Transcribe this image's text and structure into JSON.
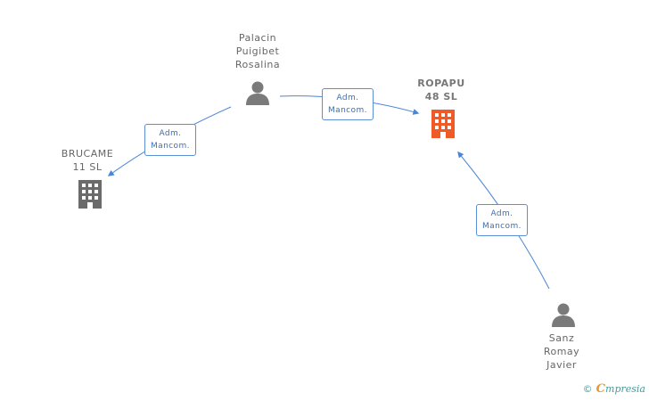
{
  "nodes": {
    "palacin": {
      "lines": [
        "Palacin",
        "Puigibet",
        "Rosalina"
      ],
      "type": "person"
    },
    "ropapu": {
      "lines": [
        "ROPAPU",
        "48  SL"
      ],
      "type": "company",
      "highlight": true
    },
    "brucame": {
      "lines": [
        "BRUCAME",
        "11  SL"
      ],
      "type": "company"
    },
    "sanz": {
      "lines": [
        "Sanz",
        "Romay",
        "Javier"
      ],
      "type": "person"
    }
  },
  "edges": {
    "palacin_ropapu": {
      "lines": [
        "Adm.",
        "Mancom."
      ]
    },
    "palacin_brucame": {
      "lines": [
        "Adm.",
        "Mancom."
      ]
    },
    "sanz_ropapu": {
      "lines": [
        "Adm.",
        "Mancom."
      ]
    }
  },
  "colors": {
    "edge": "#4a86d8",
    "person_icon": "#7a7a7a",
    "company_icon": "#6b6b6b",
    "company_highlight": "#f05a28"
  },
  "watermark": {
    "copyright": "©",
    "e": "C",
    "brand": "mpresia"
  }
}
